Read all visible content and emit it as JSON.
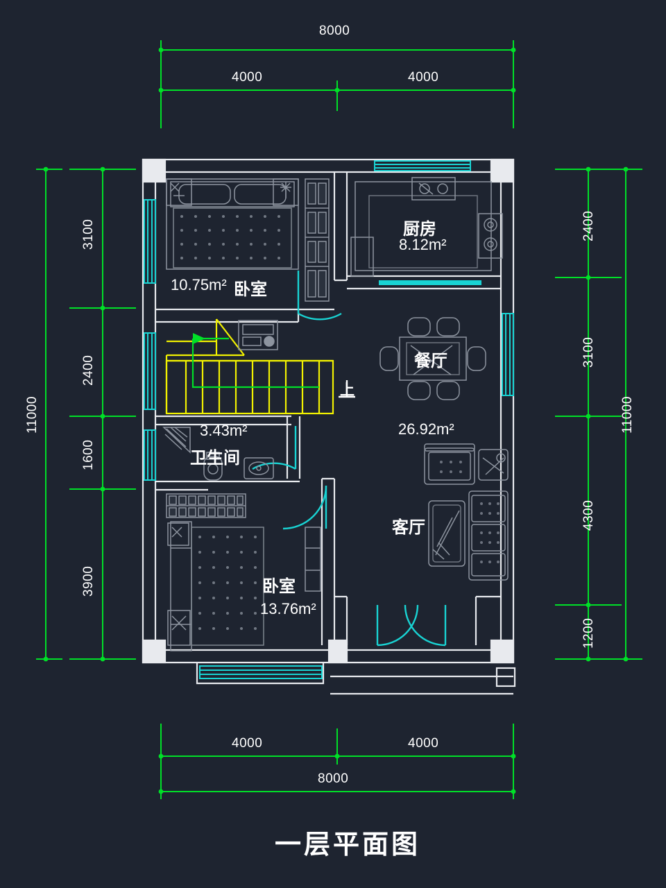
{
  "drawing": {
    "title": "一层平面图",
    "background_color": "#1e2430",
    "wall_color": "#e8eaee",
    "window_color": "#19d3d3",
    "door_color": "#19d3d3",
    "dimension_color": "#00e028",
    "stair_color": "#f2f200",
    "furniture_color": "#8d949f",
    "text_color": "#ffffff"
  },
  "dimensions": {
    "top": {
      "overall": "8000",
      "segments": [
        "4000",
        "4000"
      ]
    },
    "bottom": {
      "overall": "8000",
      "segments": [
        "4000",
        "4000"
      ]
    },
    "left": {
      "overall": "11000",
      "segments": [
        "3100",
        "2400",
        "1600",
        "3900"
      ]
    },
    "right": {
      "overall": "11000",
      "segments": [
        "2400",
        "3100",
        "4300",
        "1200"
      ]
    }
  },
  "rooms": [
    {
      "id": "bedroom-top",
      "name": "卧室",
      "area": "10.75m²",
      "label_order": "area-first"
    },
    {
      "id": "kitchen",
      "name": "厨房",
      "area": "8.12m²",
      "label_order": "name-first"
    },
    {
      "id": "dining",
      "name": "餐厅",
      "area": "",
      "label_order": "name-only"
    },
    {
      "id": "living",
      "name": "客厅",
      "area": "26.92m²",
      "label_order": "name-only"
    },
    {
      "id": "bathroom",
      "name": "卫生间",
      "area": "3.43m²",
      "label_order": "area-first"
    },
    {
      "id": "bedroom-bottom",
      "name": "卧室",
      "area": "13.76m²",
      "label_order": "name-first"
    }
  ],
  "labels": {
    "living_area": "26.92m²",
    "stair_direction": "上"
  }
}
